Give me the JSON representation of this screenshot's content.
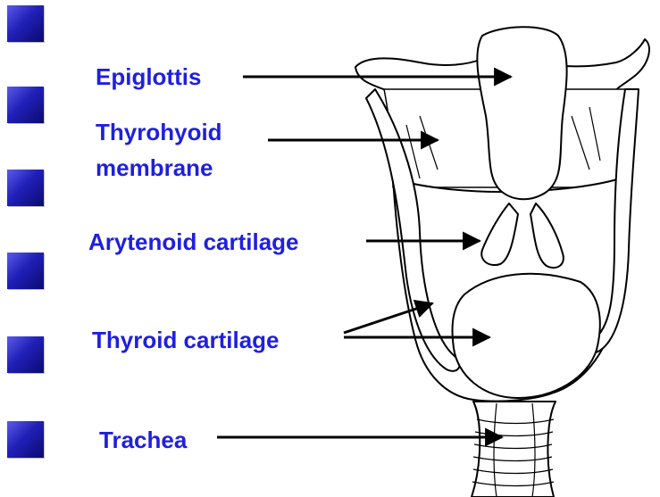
{
  "labels": {
    "epiglottis": "Epiglottis",
    "thyrohyoid_line1": "Thyrohyoid",
    "thyrohyoid_line2": "membrane",
    "arytenoid": "Arytenoid cartilage",
    "thyroid": "Thyroid cartilage",
    "trachea": "Trachea"
  },
  "colors": {
    "label": "#1f1fe0",
    "bullet_light": "#5a5ae8",
    "bullet_dark": "#0a0a6e",
    "line": "#000000"
  },
  "icons": {
    "bullet": "square-bullet-icon"
  }
}
